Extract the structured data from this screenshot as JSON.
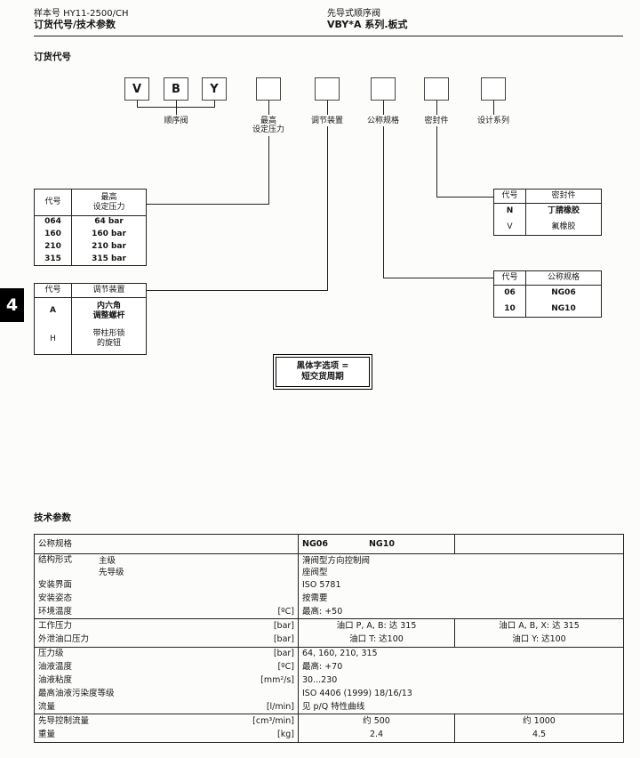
{
  "header": {
    "catalog_label": "样本号 HY11-2500/CH",
    "page_title": "订货代号/技术参数",
    "product_title": "先导式顺序阀",
    "product_series": "VBY*A 系列.板式"
  },
  "page_tab": "4",
  "ordering": {
    "section_title": "订货代号",
    "boxes": [
      "V",
      "B",
      "Y",
      "",
      "",
      "",
      "",
      ""
    ],
    "labels": {
      "sequence_valve": "顺序阀",
      "max_pressure_l1": "最高",
      "max_pressure_l2": "设定压力",
      "adjustment": "调节装置",
      "nominal_size": "公称规格",
      "seals": "密封件",
      "design_series": "设计系列"
    },
    "pressure_table": {
      "h_code": "代号",
      "h_l1": "最高",
      "h_l2": "设定压力",
      "rows": [
        {
          "code": "064",
          "value": "64 bar"
        },
        {
          "code": "160",
          "value": "160 bar"
        },
        {
          "code": "210",
          "value": "210 bar"
        },
        {
          "code": "315",
          "value": "315 bar"
        }
      ]
    },
    "adjust_table": {
      "h_code": "代号",
      "h_val": "调节装置",
      "row_a_code": "A",
      "row_a_l1": "内六角",
      "row_a_l2": "调整螺杆",
      "row_h_code": "H",
      "row_h_l1": "带柱形锁",
      "row_h_l2": "的旋钮"
    },
    "seal_table": {
      "h_code": "代号",
      "h_val": "密封件",
      "rows": [
        {
          "code": "N",
          "value": "丁腈橡胶"
        },
        {
          "code": "V",
          "value": "氟橡胶"
        }
      ]
    },
    "size_table": {
      "h_code": "代号",
      "h_val": "公称规格",
      "rows": [
        {
          "code": "06",
          "value": "NG06"
        },
        {
          "code": "10",
          "value": "NG10"
        }
      ]
    },
    "note_line1": "黑体字选项 =",
    "note_line2": "短交货周期"
  },
  "tech": {
    "section_title": "技术参数",
    "r1": {
      "label": "公称规格",
      "v1": "NG06",
      "v2": "NG10"
    },
    "r2": {
      "label": "结构形式",
      "sub1": "主级",
      "sub2": "先导级",
      "val1": "滑阀型方向控制阀",
      "val2": "座阀型"
    },
    "r3": {
      "label": "安装界面",
      "value": "ISO 5781"
    },
    "r4": {
      "label": "安装姿态",
      "value": "按需要"
    },
    "r5": {
      "label": "环境温度",
      "unit": "[ºC]",
      "value": "最高: +50"
    },
    "r6": {
      "label": "工作压力",
      "unit": "[bar]",
      "v1": "油口 P, A, B: 达 315",
      "v2": "油口 A, B, X: 达 315"
    },
    "r7": {
      "label": "外泄油口压力",
      "unit": "[bar]",
      "v1": "油口 T: 达100",
      "v2": "油口 Y: 达100"
    },
    "r8": {
      "label": "压力级",
      "unit": "[bar]",
      "value": "64, 160, 210, 315"
    },
    "r9": {
      "label": "油液温度",
      "unit": "[ºC]",
      "value": "最高: +70"
    },
    "r10": {
      "label": "油液粘度",
      "unit": "[mm²/s]",
      "value": "30...230"
    },
    "r11": {
      "label": "最高油液污染度等级",
      "value": "ISO 4406 (1999) 18/16/13"
    },
    "r12": {
      "label": "流量",
      "unit": "[l/min]",
      "value": "见 p/Q 特性曲线"
    },
    "r13": {
      "label": "先导控制流量",
      "unit": "[cm³/min]",
      "v1": "约 500",
      "v2": "约 1000"
    },
    "r14": {
      "label": "重量",
      "unit": "[kg]",
      "v1": "2.4",
      "v2": "4.5"
    }
  }
}
